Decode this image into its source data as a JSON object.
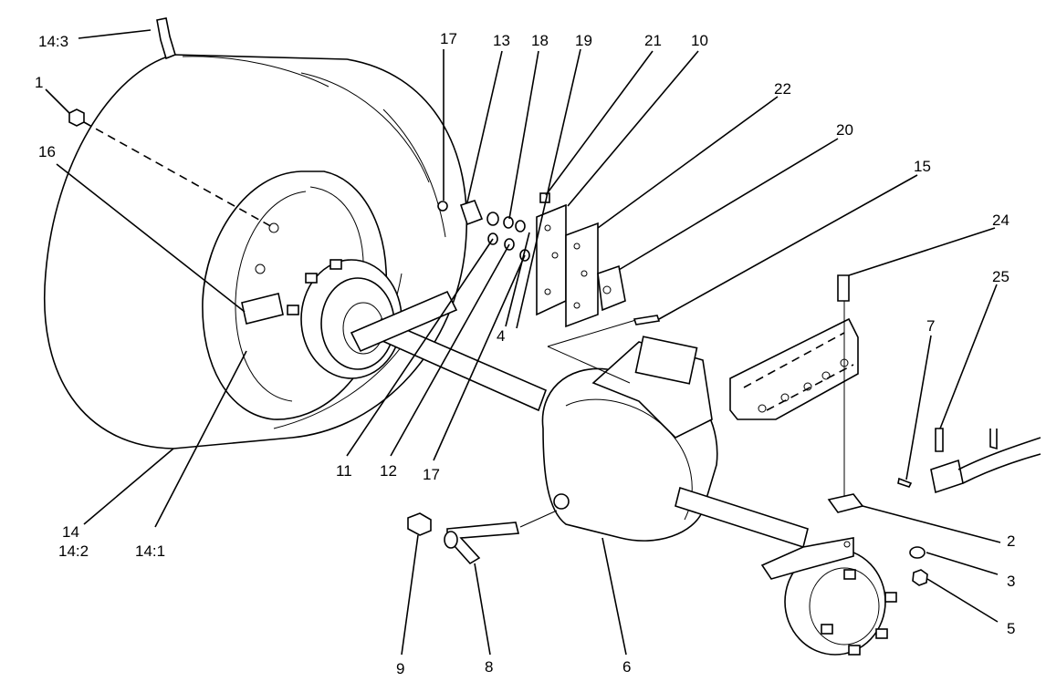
{
  "callouts": {
    "l_14_3": "14:3",
    "l_1": "1",
    "l_16": "16",
    "l_17_top": "17",
    "l_13": "13",
    "l_18": "18",
    "l_19": "19",
    "l_21": "21",
    "l_10": "10",
    "l_22": "22",
    "l_20": "20",
    "l_15": "15",
    "l_24": "24",
    "l_25": "25",
    "l_7": "7",
    "l_4": "4",
    "l_11": "11",
    "l_12": "12",
    "l_17_bottom": "17",
    "l_14": "14",
    "l_14_2": "14:2",
    "l_14_1": "14:1",
    "l_2": "2",
    "l_3": "3",
    "l_5": "5",
    "l_9": "9",
    "l_8": "8",
    "l_6": "6"
  }
}
